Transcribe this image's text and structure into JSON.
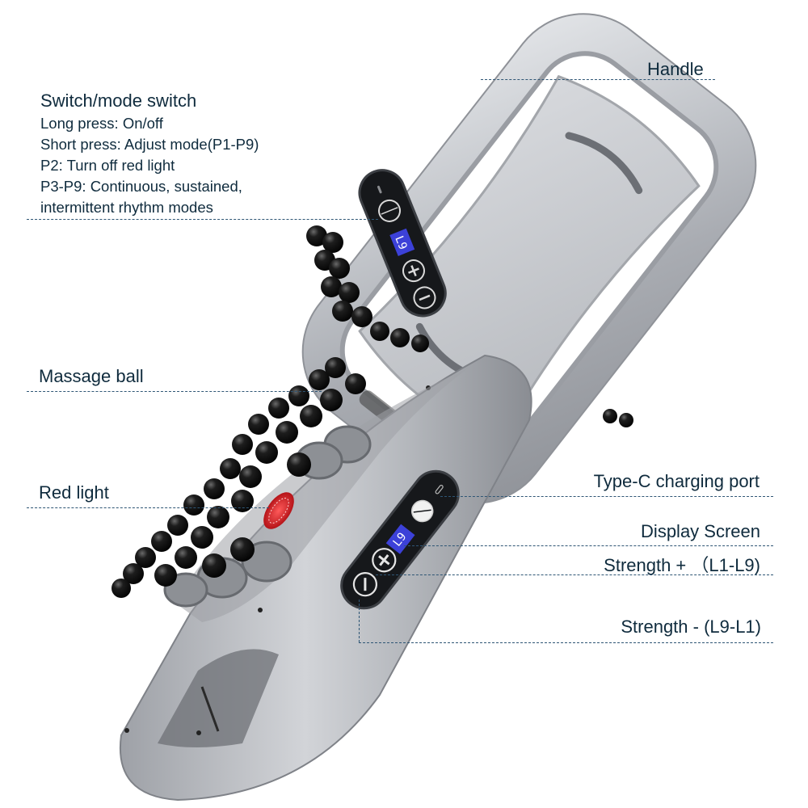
{
  "image": {
    "subject": "Handheld electric massager with massage balls (two units)",
    "background_color": "#ffffff",
    "text_color": "#0f2b3d",
    "leader_line_color": "#2f5675",
    "device_color": "#b9bcc1",
    "ball_color": "#111111",
    "display_color": "#3a3fd6",
    "red_light_color": "#d8262a"
  },
  "callouts": {
    "handle": {
      "label": "Handle"
    },
    "switch": {
      "title": "Switch/mode switch",
      "lines": [
        "Long press: On/off",
        "Short press: Adjust mode(P1-P9)",
        "P2: Turn off red light",
        "P3-P9: Continuous, sustained,",
        "intermittent rhythm modes"
      ]
    },
    "massage_ball": {
      "label": "Massage ball"
    },
    "red_light": {
      "label": "Red light"
    },
    "type_c": {
      "label": "Type-C charging port"
    },
    "display": {
      "label": "Display Screen"
    },
    "strength_plus": {
      "label": "Strength +  （L1-L9)"
    },
    "strength_minus": {
      "label": "Strength - (L9-L1)"
    }
  },
  "device_panels": {
    "upper": {
      "display_value": "L9",
      "buttons": [
        "mode-power",
        "plus",
        "minus"
      ]
    },
    "lower": {
      "display_value": "L9",
      "buttons": [
        "mode-power",
        "plus",
        "minus"
      ]
    }
  }
}
